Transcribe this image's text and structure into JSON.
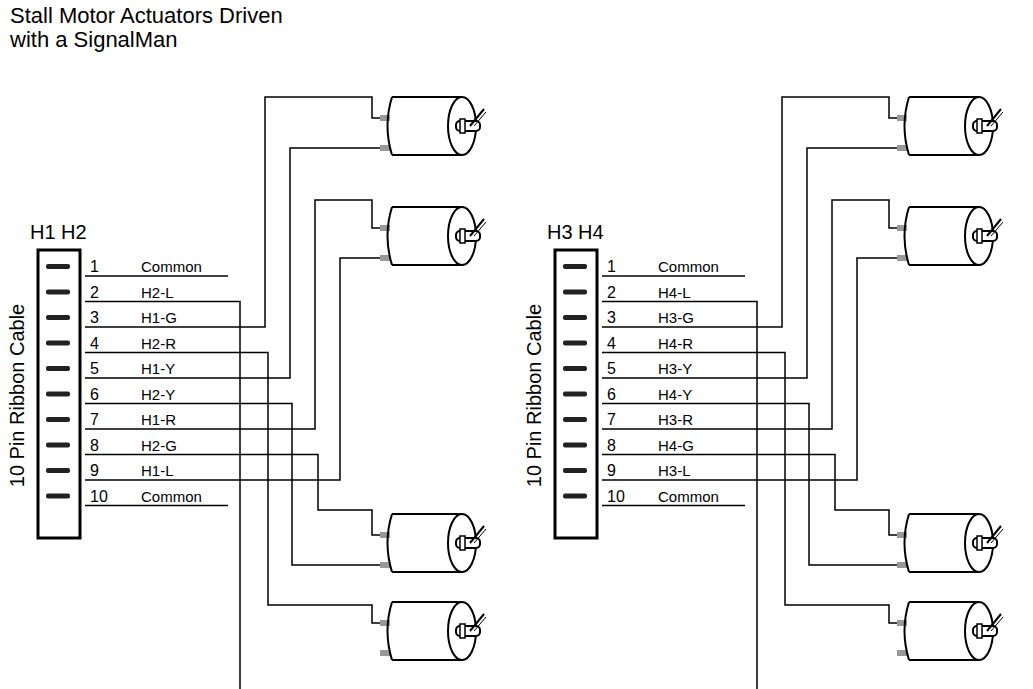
{
  "diagram": {
    "title": "Stall Motor Actuators Driven with a SignalMan",
    "labels": [
      "H1 H2",
      "10 Pin Ribbon Cable",
      "1",
      "Common",
      "2",
      "H2-L",
      "3",
      "H1-G",
      "4",
      "H2-R",
      "5",
      "H1-Y",
      "6",
      "H2-Y",
      "7",
      "H1-R",
      "8",
      "H2-G",
      "9",
      "H1-L",
      "10",
      "Common",
      "H3 H4",
      "10 Pin Ribbon Cable",
      "1",
      "Common",
      "2",
      "H4-L",
      "3",
      "H3-G",
      "4",
      "H4-R",
      "5",
      "H3-Y",
      "6",
      "H4-Y",
      "7",
      "H3-R",
      "8",
      "H4-G",
      "9",
      "H3-L",
      "10",
      "Common"
    ]
  }
}
